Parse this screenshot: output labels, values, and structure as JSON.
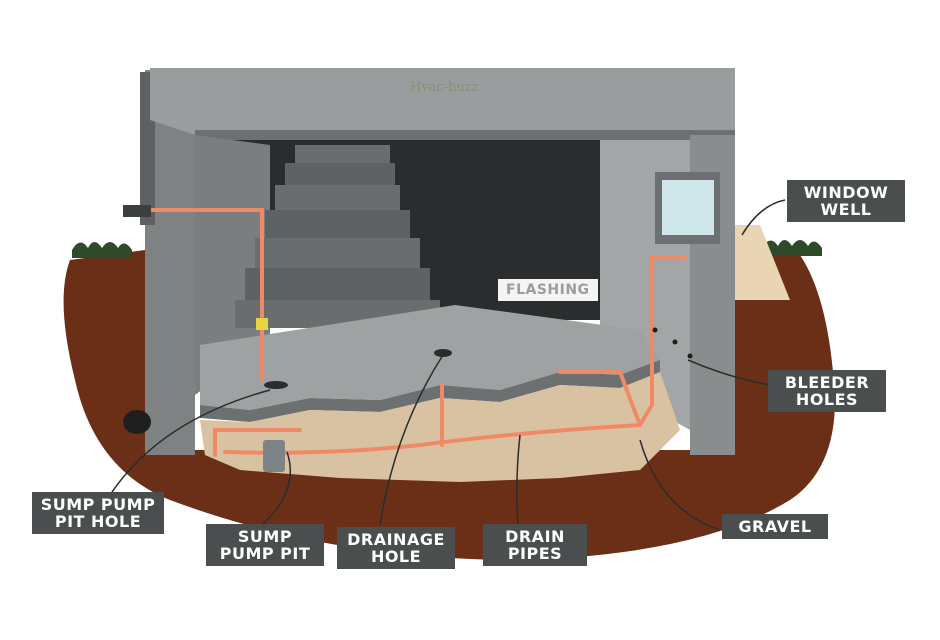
{
  "logo_text": "Hvac-buzz",
  "labels": {
    "window_well": "WINDOW\nWELL",
    "flashing": "FLASHING",
    "bleeder_holes": "BLEEDER\nHOLES",
    "sump_pump_pit_hole": "SUMP PUMP\nPIT HOLE",
    "sump_pump_pit": "SUMP\nPUMP PIT",
    "drainage_hole": "DRAINAGE\nHOLE",
    "drain_pipes": "DRAIN\nPIPES",
    "gravel": "GRAVEL"
  },
  "colors": {
    "soil": "#6b2f17",
    "concrete": "#8f9292",
    "concrete_dark": "#5d6162",
    "gravel": "#d9c2a2",
    "pipe": "#f08a66",
    "label_bg": "#4a4e4f"
  }
}
